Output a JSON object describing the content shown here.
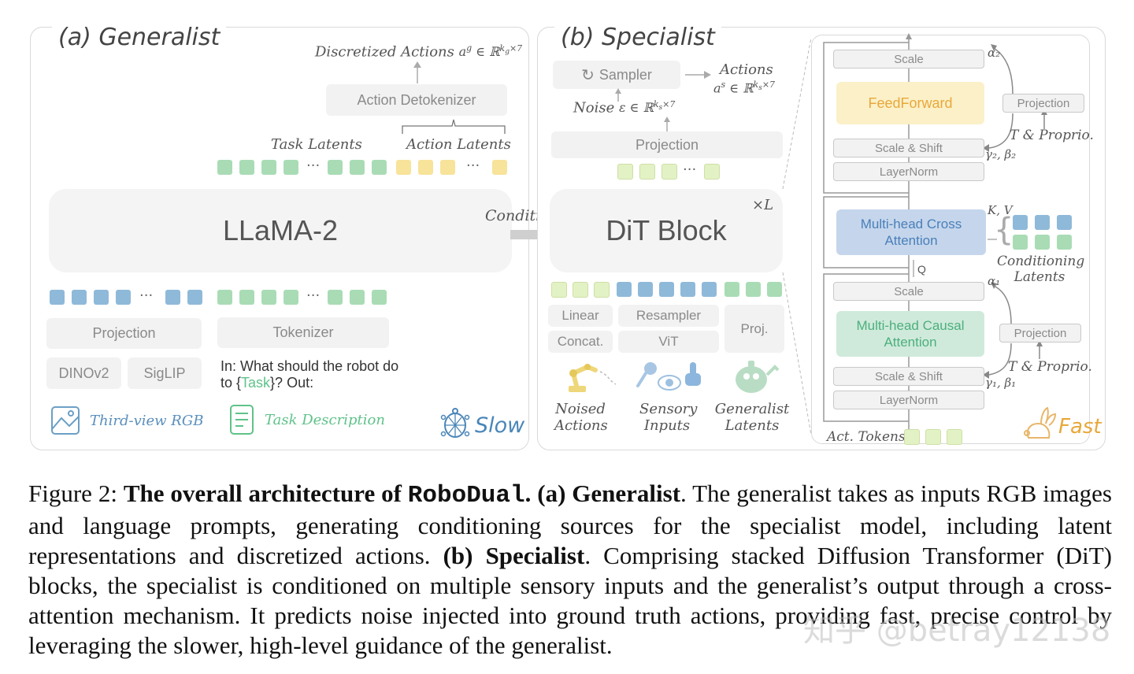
{
  "generalist": {
    "title": "(a) Generalist",
    "discretized_actions": "Discretized Actions",
    "discretized_math": "a^g ∈ ℝ^{k_g×7}",
    "action_detokenizer": "Action Detokenizer",
    "task_latents": "Task Latents",
    "action_latents": "Action Latents",
    "llama": "LLaMA-2",
    "projection": "Projection",
    "tokenizer": "Tokenizer",
    "dinov2": "DINOv2",
    "siglip": "SigLIP",
    "prompt_pre": "In: What should the robot do to {",
    "prompt_task": "Task",
    "prompt_post": "}? Out:",
    "third_view": "Third-view RGB",
    "task_description": "Task Description",
    "slow": "Slow",
    "dots": "···"
  },
  "conditioning": "Conditioning",
  "specialist": {
    "title": "(b) Specialist",
    "sampler": "Sampler",
    "actions": "Actions",
    "actions_math": "a^s ∈ ℝ^{k_s×7}",
    "noise": "Noise",
    "noise_math": "ε ∈ ℝ^{k_s×7}",
    "projection": "Projection",
    "dit_block": "DiT Block",
    "times_l": "×L",
    "linear": "Linear",
    "concat": "Concat.",
    "resampler": "Resampler",
    "vit": "ViT",
    "proj": "Proj.",
    "noised_actions": "Noised Actions",
    "sensory_inputs": "Sensory Inputs",
    "generalist_latents": "Generalist Latents",
    "dots": "···"
  },
  "dit": {
    "scale_top": "Scale",
    "alpha2": "α₂",
    "feedforward": "FeedForward",
    "projection_top": "Projection",
    "t_proprio_top": "T & Proprio.",
    "scale_shift_top": "Scale & Shift",
    "gamma2": "γ₂, β₂",
    "layernorm_top": "LayerNorm",
    "kv": "K, V",
    "cross_attention": "Multi-head Cross Attention",
    "conditioning_latents": "Conditioning Latents",
    "q": "Q",
    "scale_bottom": "Scale",
    "alpha1": "α₁",
    "causal_attention": "Multi-head Causal Attention",
    "projection_bottom": "Projection",
    "t_proprio_bottom": "T & Proprio.",
    "scale_shift_bottom": "Scale & Shift",
    "gamma1": "γ₁, β₁",
    "layernorm_bottom": "LayerNorm",
    "act_tokens": "Act. Tokens",
    "fast": "Fast"
  },
  "caption": {
    "fig": "Figure 2: ",
    "bold1": "The overall architecture of ",
    "mono": "RoboDual",
    "bold1b": ". (a) Generalist",
    "text1": ". The generalist takes as inputs RGB images and language prompts, generating conditioning sources for the specialist model, including latent representations and discretized actions. ",
    "bold2": "(b) Specialist",
    "text2": ". Comprising stacked Diffusion Transformer (DiT) blocks, the specialist is conditioned on multiple sensory inputs and the generalist’s output through a cross-attention mechanism. It predicts noise injected into ground truth actions, providing fast, precise control by leveraging the slower, high-level guidance of the generalist."
  },
  "watermark": "知乎 @betray12138",
  "colors": {
    "green_token": "#a9dcb5",
    "yellow_token": "#f7e39a",
    "blue_token": "#8fb9d9",
    "feedforward": "#fbf0c8",
    "cross_attention": "#c5d6ec",
    "causal_attention": "#cfeadb",
    "fast": "#e8b66a"
  }
}
